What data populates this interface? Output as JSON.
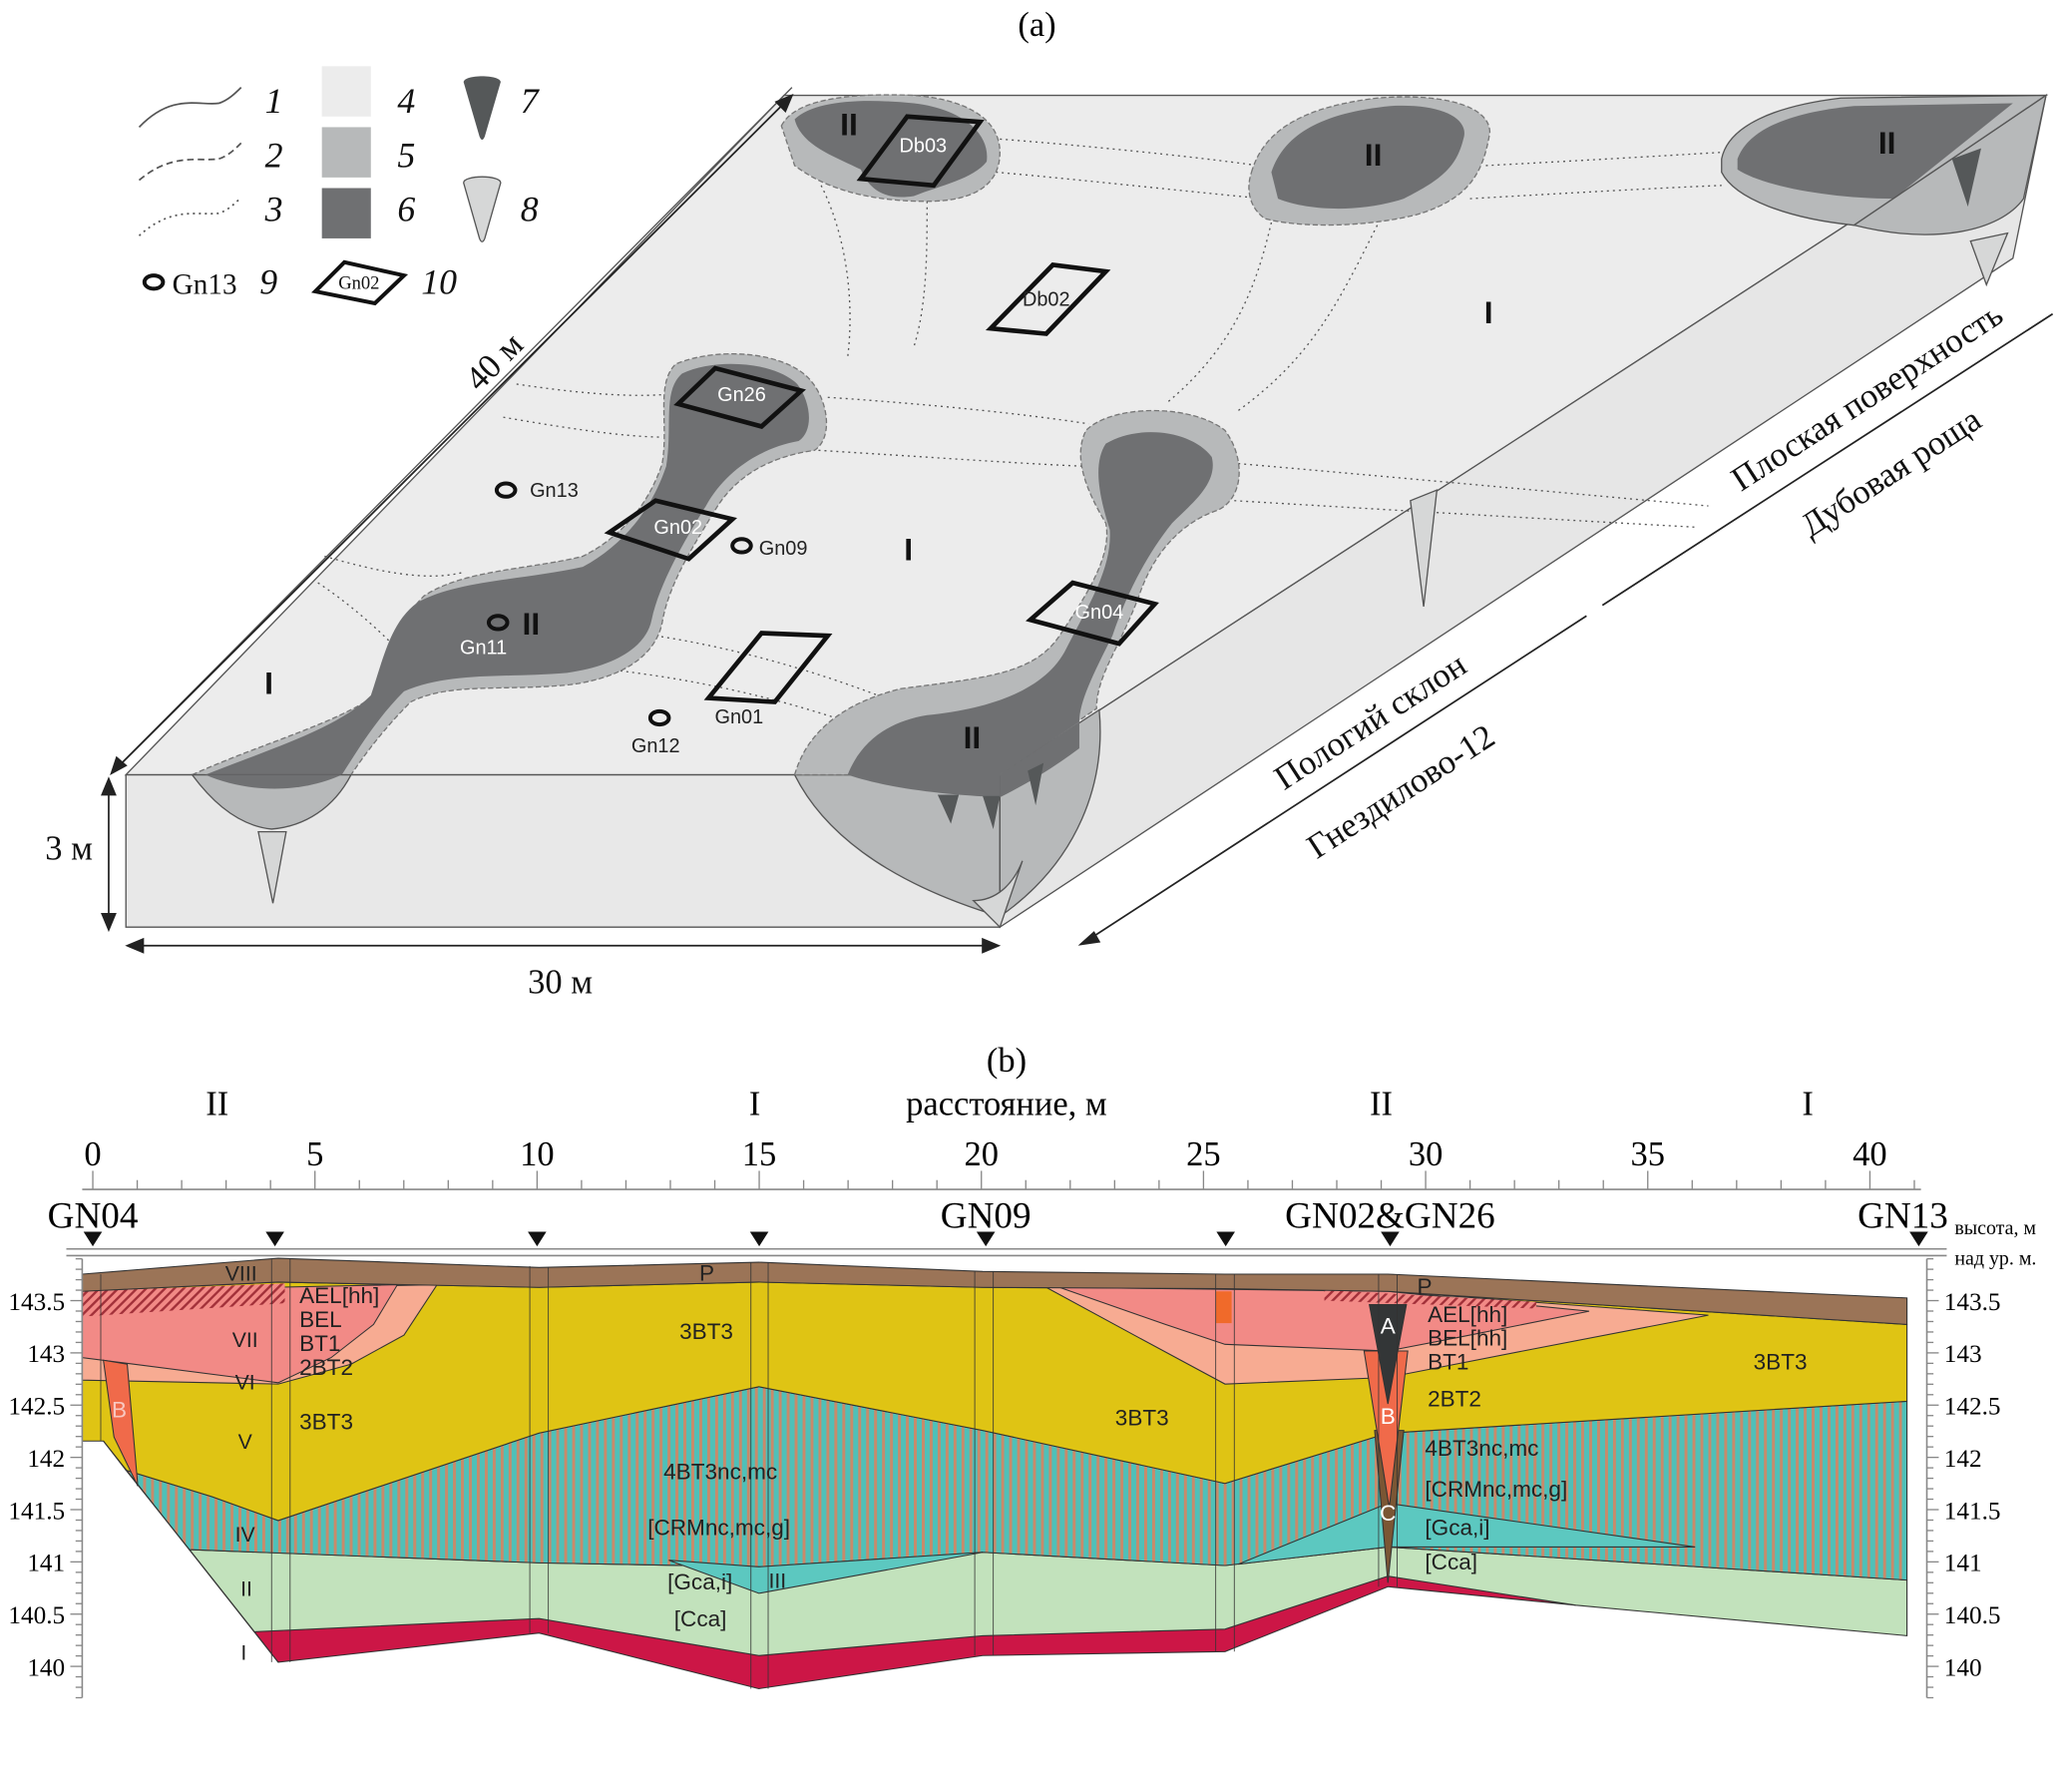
{
  "panel_a": {
    "label": "(a)",
    "legend": [
      {
        "num": "1",
        "symbol": "solid-line"
      },
      {
        "num": "2",
        "symbol": "dashed-line"
      },
      {
        "num": "3",
        "symbol": "dotted-line"
      },
      {
        "num": "4",
        "symbol": "swatch",
        "color": "#ececec"
      },
      {
        "num": "5",
        "symbol": "swatch",
        "color": "#b7b9ba"
      },
      {
        "num": "6",
        "symbol": "swatch",
        "color": "#6f7072"
      },
      {
        "num": "7",
        "symbol": "dark-wedge",
        "color": "#555859"
      },
      {
        "num": "8",
        "symbol": "light-wedge",
        "color": "#d6d7d7"
      },
      {
        "num": "9",
        "symbol": "well-circle",
        "text": "Gn13"
      },
      {
        "num": "10",
        "symbol": "pit-frame",
        "text": "Gn02"
      }
    ],
    "dimensions": {
      "length": "40 м",
      "depth": "3 м",
      "width": "30 м"
    },
    "site_labels": {
      "slope": "Пологий склон",
      "site": "Гнездилово-12",
      "flat": "Плоская поверхность",
      "grove": "Дубовая роща"
    },
    "pits": [
      "Db03",
      "Db02",
      "Gn26",
      "Gn02",
      "Gn04",
      "Gn01"
    ],
    "wells": [
      "Gn13",
      "Gn09",
      "Gn11",
      "Gn12"
    ],
    "zones": {
      "I": "I",
      "II": "II"
    }
  },
  "panel_b": {
    "label": "(b)",
    "x_axis_label": "расстояние, м",
    "y_axis_label_1": "высота, м",
    "y_axis_label_2": "над ур. м.",
    "zone_labels": [
      {
        "text": "II",
        "at_m": 2.8
      },
      {
        "text": "I",
        "at_m": 14.9
      },
      {
        "text": "II",
        "at_m": 29.0
      },
      {
        "text": "I",
        "at_m": 38.6
      }
    ],
    "x_ticks": [
      0,
      5,
      10,
      15,
      20,
      25,
      30,
      35,
      40
    ],
    "x_max_m": 41,
    "y_ticks": [
      140,
      140.5,
      141,
      141.5,
      142,
      142.5,
      143,
      143.5
    ],
    "y_range": [
      139.7,
      143.9
    ],
    "boreholes": [
      {
        "at_m": 0,
        "name": "GN04"
      },
      {
        "at_m": 4.1,
        "name": ""
      },
      {
        "at_m": 10.0,
        "name": ""
      },
      {
        "at_m": 15.0,
        "name": ""
      },
      {
        "at_m": 20.1,
        "name": "GN09"
      },
      {
        "at_m": 25.5,
        "name": ""
      },
      {
        "at_m": 29.2,
        "name": "GN02&GN26"
      },
      {
        "at_m": 41.1,
        "name": "GN13"
      }
    ],
    "layer_numerals": [
      "VIII",
      "VII",
      "VI",
      "V",
      "IV",
      "II",
      "I",
      "III"
    ],
    "horizons": {
      "P": "P",
      "AEL_hh": "AEL[hh]",
      "BEL": "BEL",
      "BT1": "BT1",
      "2BT2": "2BT2",
      "3BT3": "3BT3",
      "4BT3": "4BT3nc,mc",
      "CRM": "[CRMnc,mc,g]",
      "Gca": "[Gca,i]",
      "Cca": "[Cca]",
      "BEL_hh": "BEL[hh]"
    },
    "wedges": [
      "A",
      "B",
      "C"
    ],
    "colors": {
      "P": "#9b7457",
      "pink": "#f28a86",
      "salmon": "#f7ab92",
      "yellow": "#dfc414",
      "teal": "#4fc0b8",
      "cyan": "#5cc8c0",
      "green": "#c2e2bc",
      "red": "#cc1646",
      "wedge_A": "#333637",
      "wedge_B": "#f06a4a",
      "wedge_C": "#7b5634"
    }
  }
}
